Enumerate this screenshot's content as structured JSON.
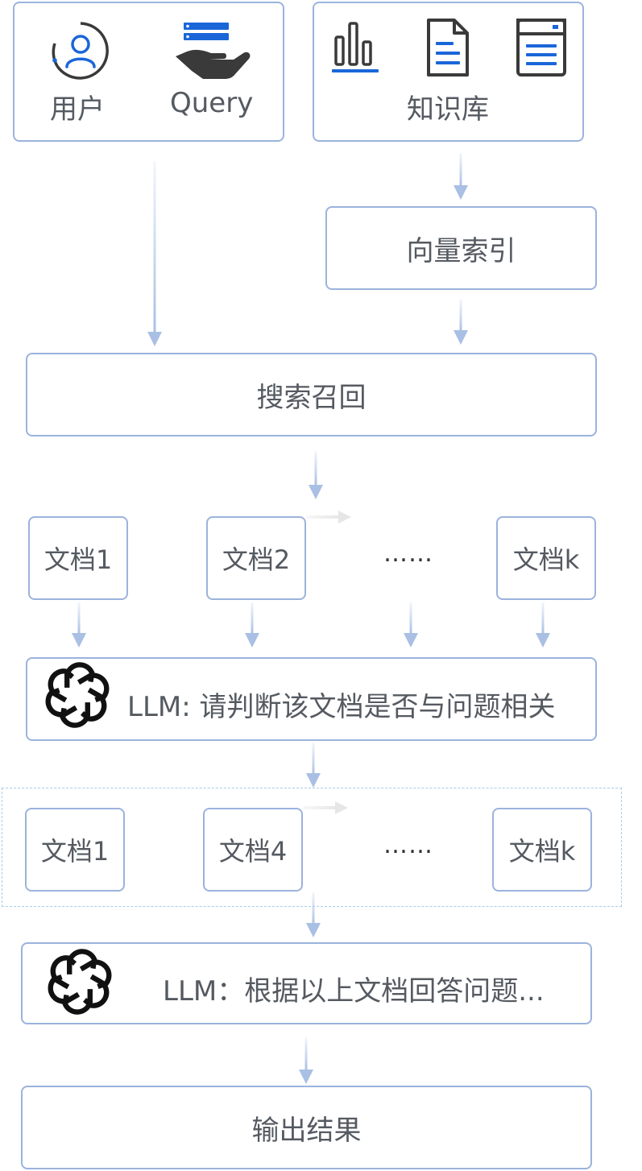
{
  "top": {
    "user_label": "用户",
    "query_label": "Query",
    "kb_label": "知识库"
  },
  "vector_index_label": "向量索引",
  "search_label": "搜索召回",
  "retrieved_docs": [
    "文档1",
    "文档2",
    "文档k"
  ],
  "ellipsis_1": "……",
  "llm_filter_label": "LLM: 请判断该文档是否与问题相关",
  "filtered_docs": [
    "文档1",
    "文档4",
    "文档k"
  ],
  "ellipsis_2": "……",
  "llm_answer_label": "LLM：根据以上文档回答问题...",
  "output_label": "输出结果",
  "colors": {
    "border": "#9bb3dc",
    "arrow": "#a9bfe4",
    "accent_blue": "#1a66d9",
    "icon_dark": "#3a3a3a",
    "dashed": "#a9cde8"
  },
  "icons": [
    "user-icon",
    "query-hand-icon",
    "bar-chart-icon",
    "document-icon",
    "file-list-icon",
    "openai-logo-icon"
  ]
}
